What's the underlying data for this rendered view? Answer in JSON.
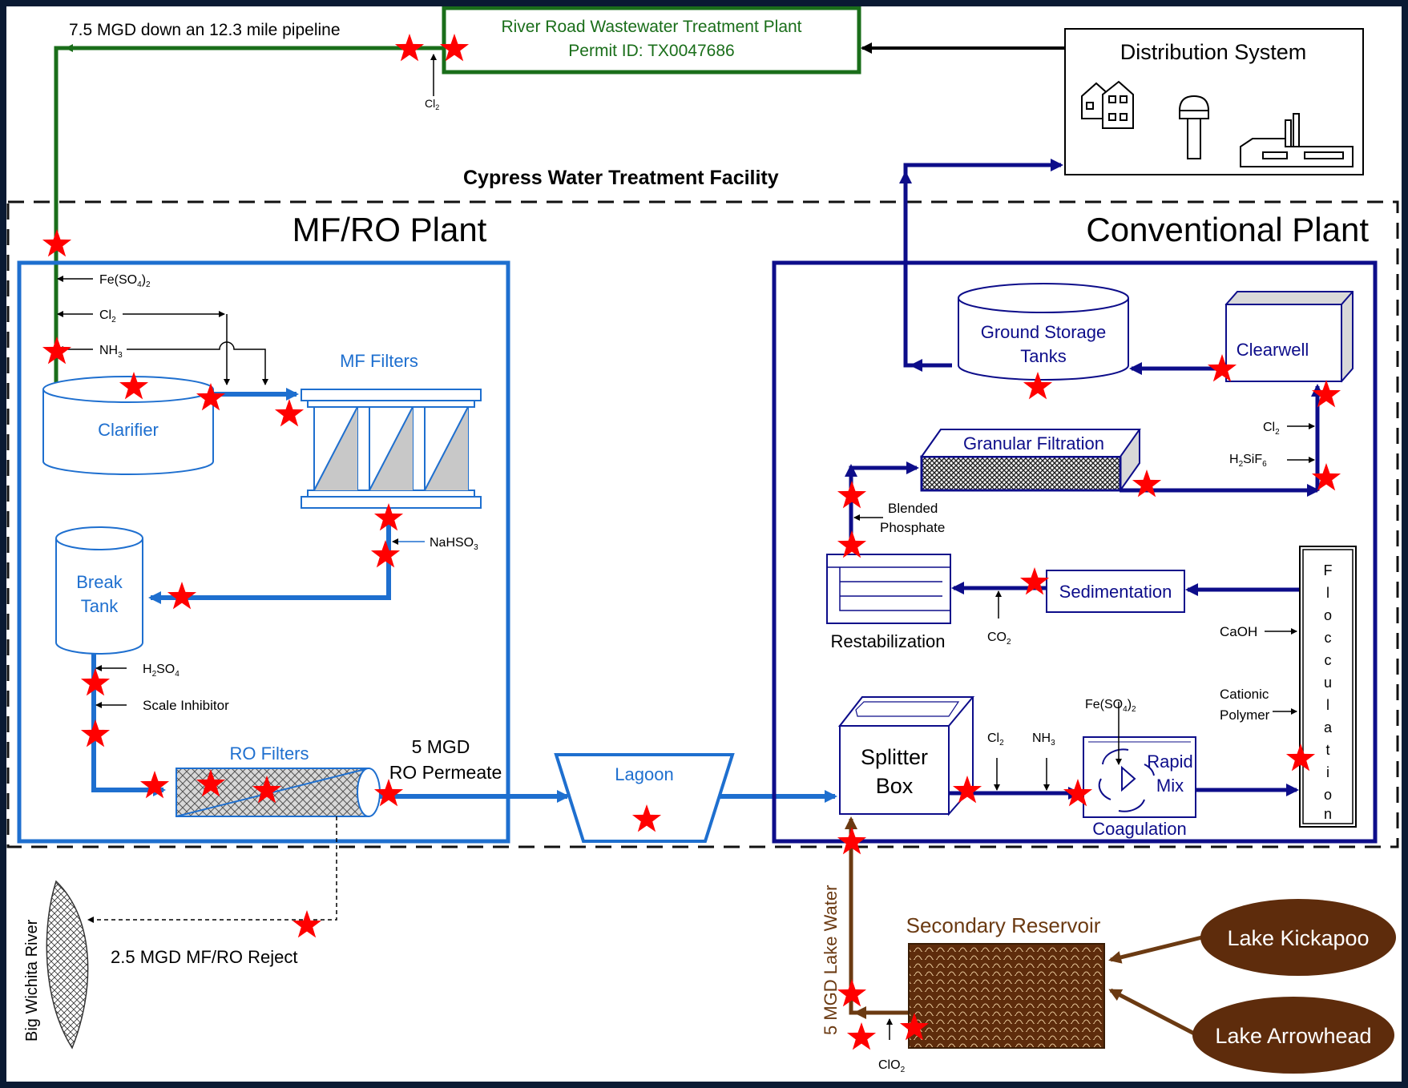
{
  "facility_title": "Cypress Water Treatment Facility",
  "wwtp": {
    "line1": "River Road Wastewater Treatment Plant",
    "line2": "Permit ID:  TX0047686"
  },
  "pipeline_label": "7.5 MGD down an 12.3 mile pipeline",
  "distribution": {
    "title": "Distribution System"
  },
  "mfro": {
    "title": "MF/RO Plant",
    "clarifier": "Clarifier",
    "mf_filters": "MF Filters",
    "break_tank_1": "Break",
    "break_tank_2": "Tank",
    "ro_filters": "RO Filters",
    "permeate_1": "5 MGD",
    "permeate_2": "RO Permeate",
    "reject": "2.5 MGD MF/RO Reject"
  },
  "conventional": {
    "title": "Conventional Plant",
    "ground_storage_1": "Ground  Storage",
    "ground_storage_2": "Tanks",
    "clearwell": "Clearwell",
    "granular": "Granular  Filtration",
    "blended_1": "Blended",
    "blended_2": "Phosphate",
    "restabilization": "Restabilization",
    "sedimentation": "Sedimentation",
    "flocculation": [
      "F",
      "l",
      "o",
      "c",
      "c",
      "u",
      "l",
      "a",
      "t",
      "i",
      "o",
      "n"
    ],
    "splitter_1": "Splitter",
    "splitter_2": "Box",
    "rapid_1": "Rapid",
    "rapid_2": "Mix",
    "coagulation": "Coagulation",
    "caoh": "CaOH",
    "cationic_1": "Cationic",
    "cationic_2": "Polymer"
  },
  "chemicals": {
    "cl2": "Cl",
    "cl2_sub": "2",
    "fe_main": "Fe(SO",
    "fe_sub": "4",
    "fe_close": ")",
    "fe_sub2": "2",
    "nh3": "NH",
    "nh3_sub": "3",
    "nahso3": "NaHSO",
    "nahso3_sub": "3",
    "h2so4_a": "H",
    "h2so4_b": "SO",
    "scale_inhibitor": "Scale Inhibitor",
    "h2sif6_a": "H",
    "h2sif6_b": "SiF",
    "h2sif6_sub": "6",
    "co2": "CO",
    "clo2": "ClO"
  },
  "lagoon": "Lagoon",
  "lake_water": "5 MGD Lake Water",
  "secondary_reservoir": "Secondary Reservoir",
  "lake_kickapoo": "Lake Kickapoo",
  "lake_arrowhead": "Lake Arrowhead",
  "river": "Big Wichita River",
  "colors": {
    "green": "#1a6e1a",
    "mfro_blue": "#1e6fcf",
    "conv_navy": "#0d0d8a",
    "brown": "#6b3a12",
    "lake_fill": "#5e2c0c",
    "star": "#ff0000"
  }
}
